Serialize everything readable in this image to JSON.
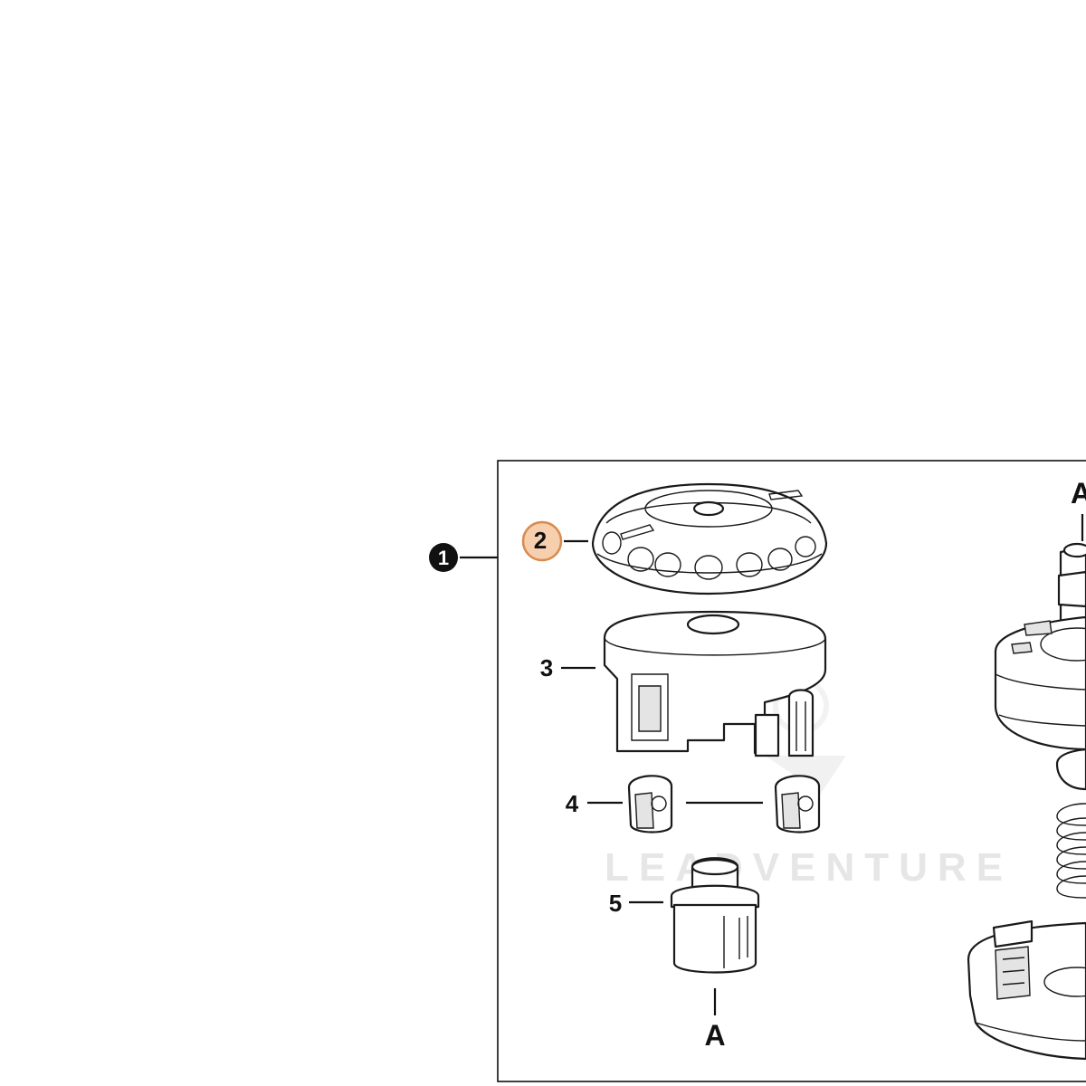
{
  "callouts": {
    "assembly": "1",
    "part2": "2",
    "part3": "3",
    "part4": "4",
    "part5": "5"
  },
  "letters": {
    "bottom": "A",
    "top_right": "A"
  },
  "watermark": "LEADVENTURE",
  "colors": {
    "highlight_fill": "#f6cfae",
    "highlight_stroke": "#d98a4e",
    "ink": "#111111"
  }
}
